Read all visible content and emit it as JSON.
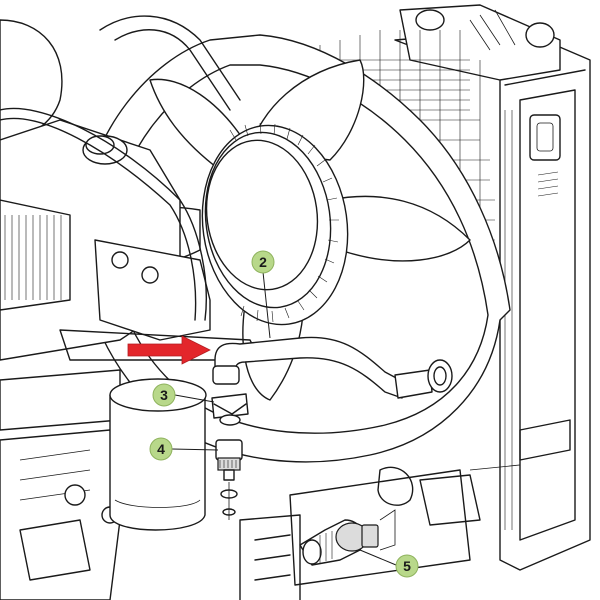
{
  "callouts": [
    {
      "id": "2",
      "label": "2"
    },
    {
      "id": "3",
      "label": "3"
    },
    {
      "id": "4",
      "label": "4"
    },
    {
      "id": "5",
      "label": "5"
    }
  ],
  "colors": {
    "callout_fill": "#b8d88a",
    "arrow": "#e3262b",
    "line": "#1a1a1a"
  },
  "icons": [
    "direction-arrow-icon"
  ]
}
